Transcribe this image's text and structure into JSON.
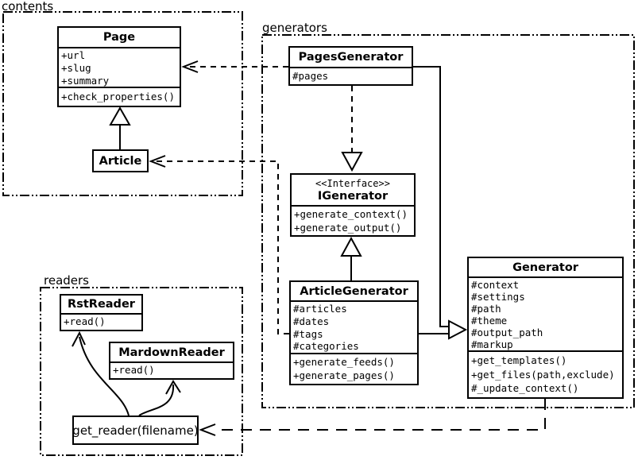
{
  "packages": {
    "contents": {
      "label": "contents"
    },
    "generators": {
      "label": "generators"
    },
    "readers": {
      "label": "readers"
    }
  },
  "classes": {
    "page": {
      "name": "Page",
      "attributes": [
        "+url",
        "+slug",
        "+summary"
      ],
      "methods": [
        "+check_properties()"
      ]
    },
    "article": {
      "name": "Article"
    },
    "pages_generator": {
      "name": "PagesGenerator",
      "attributes": [
        "#pages"
      ]
    },
    "igenerator": {
      "stereotype": "<<Interface>>",
      "name": "IGenerator",
      "methods": [
        "+generate_context()",
        "+generate_output()"
      ]
    },
    "article_generator": {
      "name": "ArticleGenerator",
      "attributes": [
        "#articles",
        "#dates",
        "#tags",
        "#categories"
      ],
      "methods": [
        "+generate_feeds()",
        "+generate_pages()"
      ]
    },
    "generator": {
      "name": "Generator",
      "attributes": [
        "#context",
        "#settings",
        "#path",
        "#theme",
        "#output_path",
        "#markup"
      ],
      "methods": [
        "+get_templates()",
        "+get_files(path,exclude)",
        "#_update_context()"
      ]
    },
    "rst_reader": {
      "name": "RstReader",
      "methods": [
        "+read()"
      ]
    },
    "mardown_reader": {
      "name": "MardownReader",
      "methods": [
        "+read()"
      ]
    },
    "get_reader": {
      "name": "get_reader(filename)"
    }
  },
  "relationships": [
    {
      "from": "Article",
      "to": "Page",
      "type": "inheritance"
    },
    {
      "from": "PagesGenerator",
      "to": "Page",
      "type": "dependency"
    },
    {
      "from": "ArticleGenerator",
      "to": "Article",
      "type": "dependency"
    },
    {
      "from": "PagesGenerator",
      "to": "IGenerator",
      "type": "realization"
    },
    {
      "from": "ArticleGenerator",
      "to": "IGenerator",
      "type": "inheritance"
    },
    {
      "from": "PagesGenerator",
      "to": "Generator",
      "type": "inheritance"
    },
    {
      "from": "ArticleGenerator",
      "to": "Generator",
      "type": "inheritance"
    },
    {
      "from": "Generator",
      "to": "get_reader(filename)",
      "type": "dependency"
    },
    {
      "from": "get_reader(filename)",
      "to": "RstReader",
      "type": "association"
    },
    {
      "from": "get_reader(filename)",
      "to": "MardownReader",
      "type": "association"
    }
  ],
  "colors": {
    "line": "#000000",
    "background": "#ffffff",
    "box_fill": "#ffffff"
  }
}
